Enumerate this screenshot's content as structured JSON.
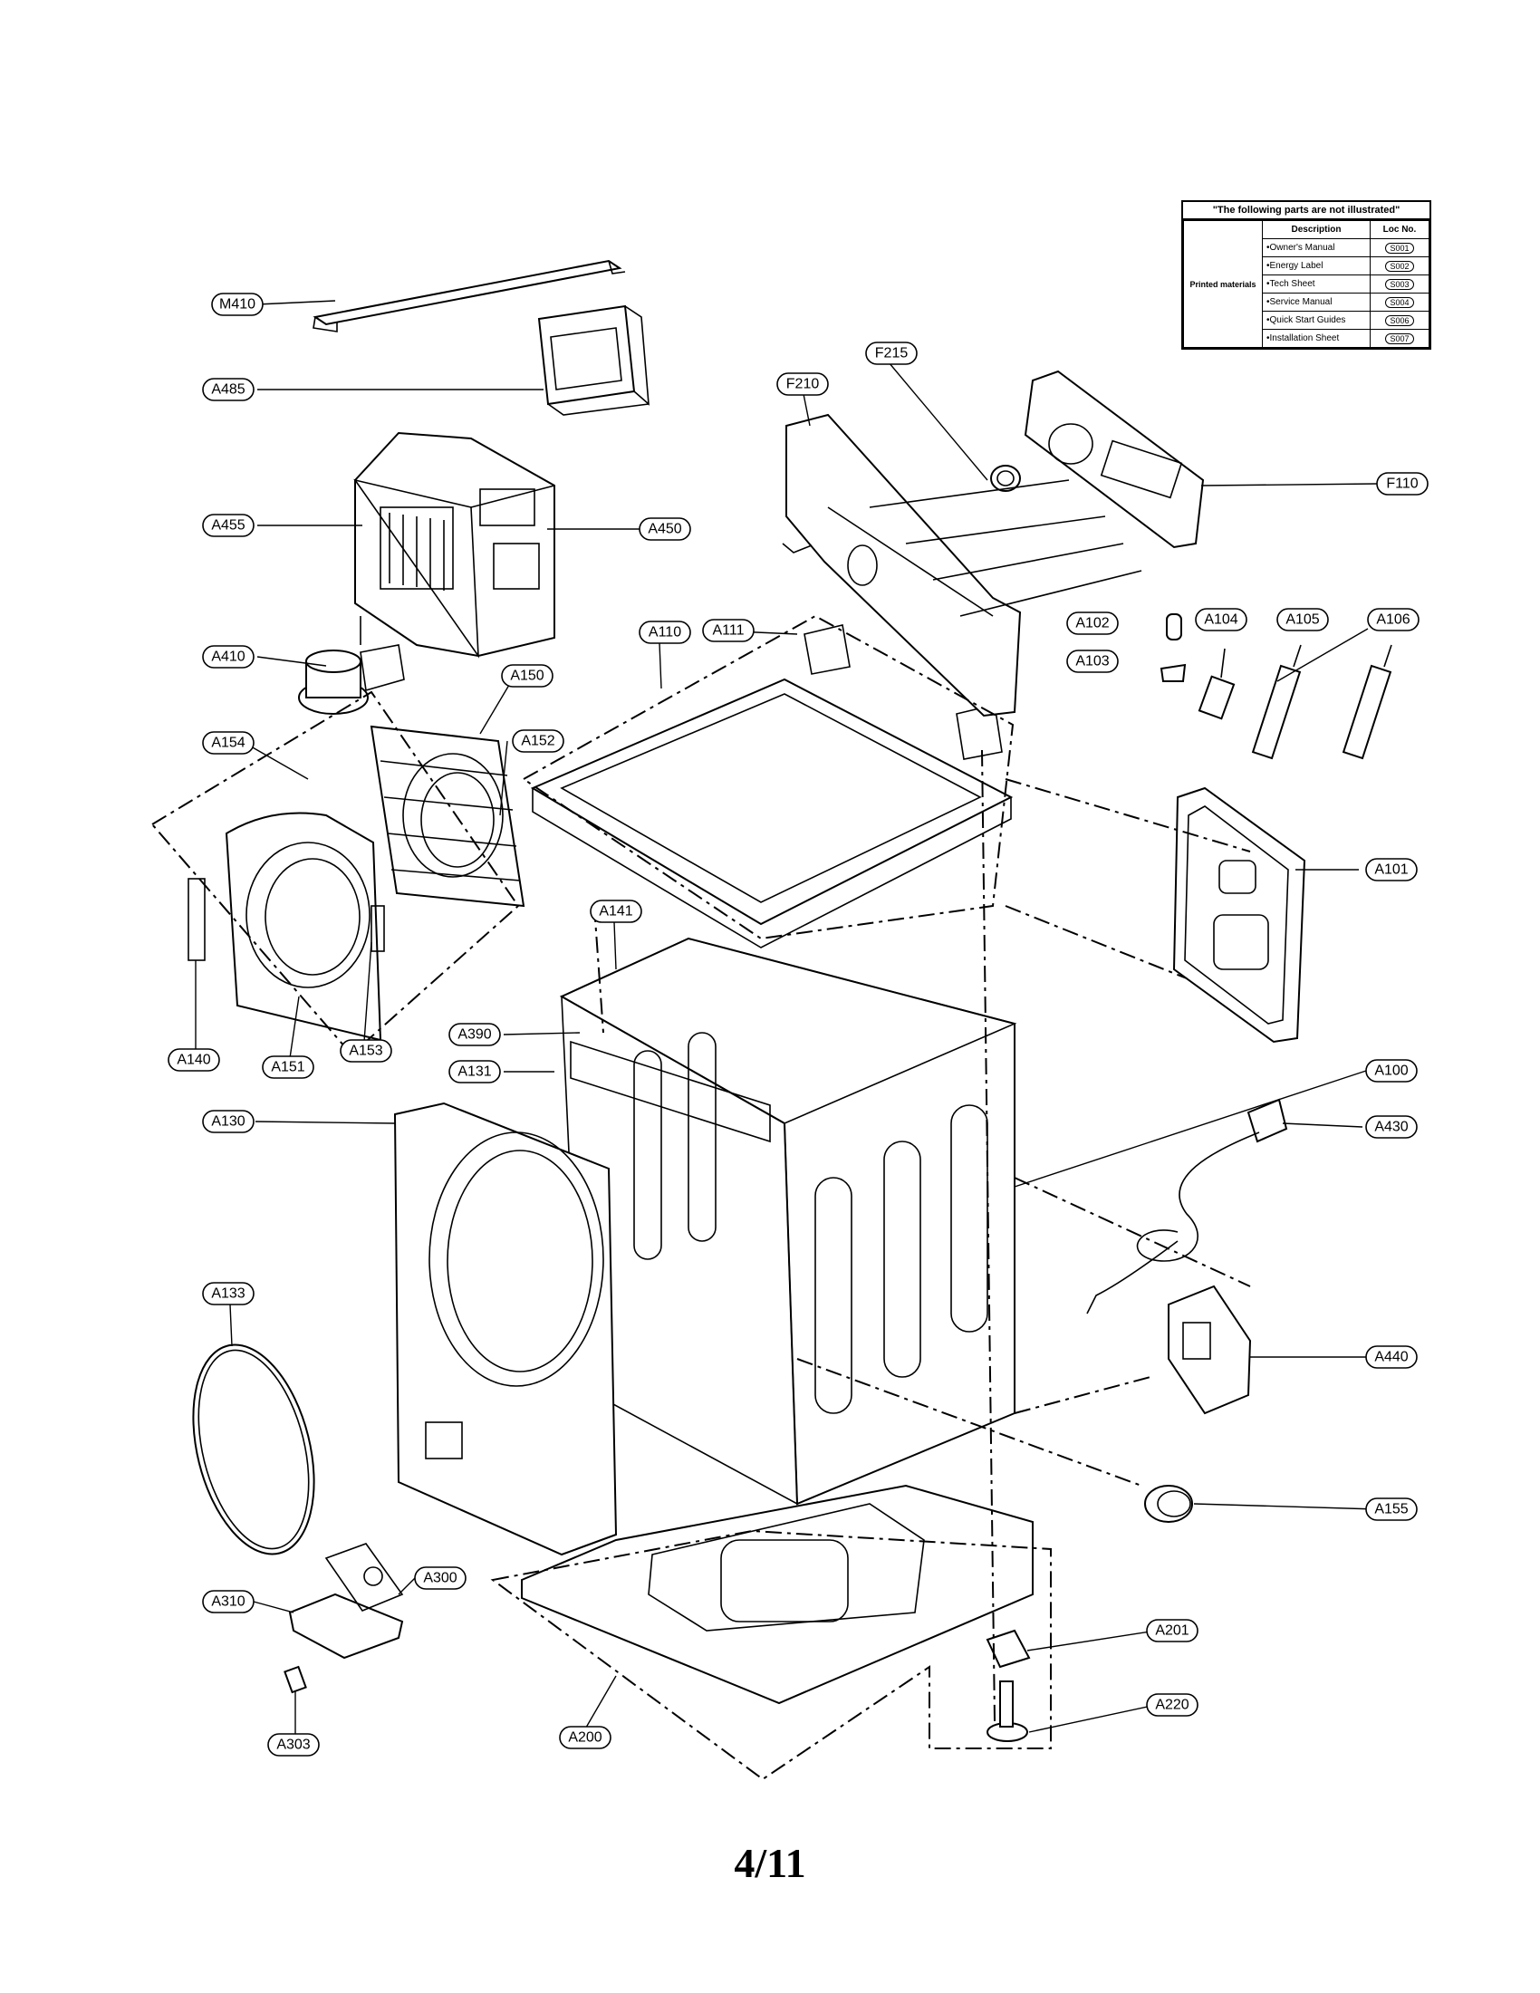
{
  "legend": {
    "title": "\"The following parts are not illustrated\"",
    "col_description": "Description",
    "col_loc": "Loc No.",
    "group": "Printed materials",
    "rows": [
      {
        "desc": "•Owner's Manual",
        "loc": "S001"
      },
      {
        "desc": "•Energy Label",
        "loc": "S002"
      },
      {
        "desc": "•Tech Sheet",
        "loc": "S003"
      },
      {
        "desc": "•Service Manual",
        "loc": "S004"
      },
      {
        "desc": "•Quick Start Guides",
        "loc": "S006"
      },
      {
        "desc": "•Installation Sheet",
        "loc": "S007"
      }
    ]
  },
  "labels": {
    "M410": "M410",
    "A485": "A485",
    "A455": "A455",
    "A450": "A450",
    "A410": "A410",
    "A150": "A150",
    "A154": "A154",
    "A152": "A152",
    "A110": "A110",
    "A111": "A111",
    "F210": "F210",
    "F215": "F215",
    "F110": "F110",
    "A102": "A102",
    "A103": "A103",
    "A104": "A104",
    "A105": "A105",
    "A106": "A106",
    "A101": "A101",
    "A141": "A141",
    "A390": "A390",
    "A131": "A131",
    "A100": "A100",
    "A430": "A430",
    "A130": "A130",
    "A140": "A140",
    "A151": "A151",
    "A153": "A153",
    "A133": "A133",
    "A440": "A440",
    "A155": "A155",
    "A300": "A300",
    "A310": "A310",
    "A303": "A303",
    "A200": "A200",
    "A201": "A201",
    "A220": "A220"
  },
  "page_number": "4/11"
}
